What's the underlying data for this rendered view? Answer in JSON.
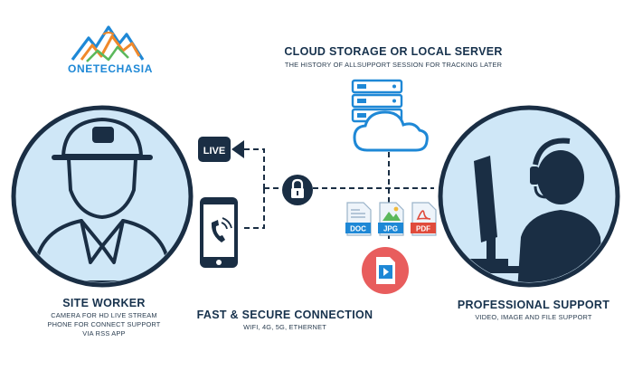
{
  "brand": {
    "logo_text": "ONETECHASIA",
    "colors": {
      "blue": "#1e88d6",
      "orange": "#f0892b",
      "green": "#5cb85c",
      "navy": "#1a2e44",
      "sky": "#cfe7f7"
    }
  },
  "cloud": {
    "title": "CLOUD STORAGE OR LOCAL SERVER",
    "subtitle": "THE HISTORY OF ALLSUPPORT SESSION FOR TRACKING LATER"
  },
  "site_worker": {
    "title": "SITE WORKER",
    "lines": [
      "CAMERA FOR HD LIVE STREAM",
      "PHONE FOR CONNECT SUPPORT",
      "VIA RSS APP"
    ]
  },
  "connection": {
    "title": "FAST & SECURE CONNECTION",
    "subtitle": "WIFI, 4G, 5G, ETHERNET"
  },
  "professional": {
    "title": "PROFESSIONAL SUPPORT",
    "subtitle": "VIDEO, IMAGE AND FILE SUPPORT"
  },
  "badges": {
    "live": "LIVE",
    "doc": "DOC",
    "jpg": "JPG",
    "pdf": "PDF"
  },
  "icons": [
    "logo-mountains",
    "worker-helmet-icon",
    "live-camera-icon",
    "smartphone-icon",
    "padlock-icon",
    "server-cloud-icon",
    "doc-file-icon",
    "jpg-file-icon",
    "pdf-file-icon",
    "video-file-icon",
    "support-agent-icon"
  ]
}
